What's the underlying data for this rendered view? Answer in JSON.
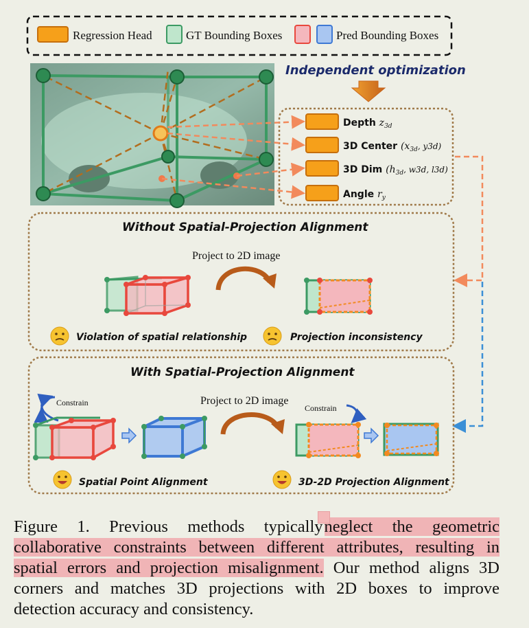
{
  "legend": {
    "regression_head": "Regression Head",
    "gt_boxes": "GT Bounding Boxes",
    "pred_boxes": "Pred Bounding Boxes"
  },
  "top": {
    "title": "Independent optimization",
    "heads": [
      {
        "name": "Depth",
        "symbol": "z",
        "sub": "3d",
        "tail": ""
      },
      {
        "name": "3D Center",
        "symbol": "(x",
        "sub": "3d",
        "tail": ", y3d)"
      },
      {
        "name": "3D Dim",
        "symbol": "(h",
        "sub": "3d",
        "tail": ", w3d, l3d)"
      },
      {
        "name": "Angle",
        "symbol": "r",
        "sub": "y",
        "tail": ""
      }
    ]
  },
  "without": {
    "title": "Without Spatial-Projection Alignment",
    "project_label": "Project to 2D image",
    "issue_left": "Violation of spatial relationship",
    "issue_right": "Projection inconsistency"
  },
  "with": {
    "title": "With Spatial-Projection Alignment",
    "project_label": "Project to 2D image",
    "constrain_left": "Constrain",
    "constrain_right": "Constrain",
    "benefit_left": "Spatial Point Alignment",
    "benefit_right": "3D-2D Projection Alignment"
  },
  "caption": {
    "prefix": "Figure 1. Previous methods typically",
    "highlight": "neglect the geometric collaborative constraints between different attributes, resulting in spatial errors and projection misalignment.",
    "suffix": " Our method aligns 3D corners and matches 3D projections with 2D boxes to improve detection accuracy and consistency."
  },
  "colors": {
    "regression": "#f6a01a",
    "gt": "#3c9a63",
    "pred_red": "#e8483d",
    "pred_blue": "#3e79d4",
    "dashed_orange": "#f28a5c",
    "dashed_blue": "#3b8fd6",
    "frame": "#a07a4a"
  }
}
